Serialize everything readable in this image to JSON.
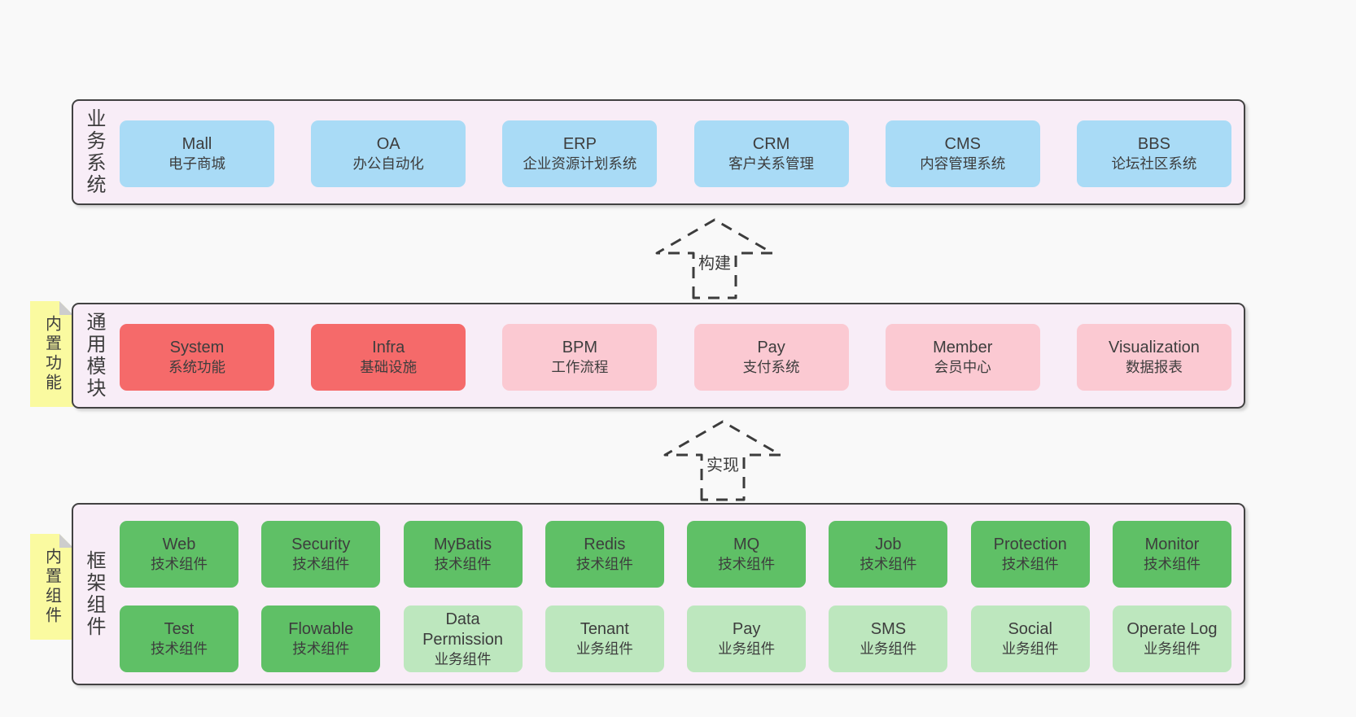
{
  "colors": {
    "page_bg": "#f9f9f9",
    "section_bg": "#f8edf7",
    "section_border": "#424242",
    "box_blue": "#a9dbf6",
    "box_red": "#f56a6a",
    "box_pink": "#fbc9d2",
    "box_green": "#5fc066",
    "box_light_green": "#bde7be",
    "sticky_note_yellow": "#fafaa0",
    "sticky_note_fold": "#cdcdcd",
    "text": "#3d3d3d"
  },
  "arrows": [
    {
      "label": "构建"
    },
    {
      "label": "实现"
    }
  ],
  "sections": {
    "business": {
      "label": "业务系统",
      "items": [
        {
          "en": "Mall",
          "zh": "电子商城",
          "variant": "blue"
        },
        {
          "en": "OA",
          "zh": "办公自动化",
          "variant": "blue"
        },
        {
          "en": "ERP",
          "zh": "企业资源计划系统",
          "variant": "blue"
        },
        {
          "en": "CRM",
          "zh": "客户关系管理",
          "variant": "blue"
        },
        {
          "en": "CMS",
          "zh": "内容管理系统",
          "variant": "blue"
        },
        {
          "en": "BBS",
          "zh": "论坛社区系统",
          "variant": "blue"
        }
      ]
    },
    "modules": {
      "label": "通用模块",
      "note": "内置功能",
      "items": [
        {
          "en": "System",
          "zh": "系统功能",
          "variant": "red"
        },
        {
          "en": "Infra",
          "zh": "基础设施",
          "variant": "red"
        },
        {
          "en": "BPM",
          "zh": "工作流程",
          "variant": "pink"
        },
        {
          "en": "Pay",
          "zh": "支付系统",
          "variant": "pink"
        },
        {
          "en": "Member",
          "zh": "会员中心",
          "variant": "pink"
        },
        {
          "en": "Visualization",
          "zh": "数据报表",
          "variant": "pink"
        }
      ]
    },
    "framework": {
      "label": "框架组件",
      "note": "内置组件",
      "row1": [
        {
          "en": "Web",
          "zh": "技术组件",
          "variant": "green"
        },
        {
          "en": "Security",
          "zh": "技术组件",
          "variant": "green"
        },
        {
          "en": "MyBatis",
          "zh": "技术组件",
          "variant": "green"
        },
        {
          "en": "Redis",
          "zh": "技术组件",
          "variant": "green"
        },
        {
          "en": "MQ",
          "zh": "技术组件",
          "variant": "green"
        },
        {
          "en": "Job",
          "zh": "技术组件",
          "variant": "green"
        },
        {
          "en": "Protection",
          "zh": "技术组件",
          "variant": "green"
        },
        {
          "en": "Monitor",
          "zh": "技术组件",
          "variant": "green"
        }
      ],
      "row2": [
        {
          "en": "Test",
          "zh": "技术组件",
          "variant": "green"
        },
        {
          "en": "Flowable",
          "zh": "技术组件",
          "variant": "green"
        },
        {
          "en": "Data Permission",
          "zh": "业务组件",
          "variant": "lightgreen"
        },
        {
          "en": "Tenant",
          "zh": "业务组件",
          "variant": "lightgreen"
        },
        {
          "en": "Pay",
          "zh": "业务组件",
          "variant": "lightgreen"
        },
        {
          "en": "SMS",
          "zh": "业务组件",
          "variant": "lightgreen"
        },
        {
          "en": "Social",
          "zh": "业务组件",
          "variant": "lightgreen"
        },
        {
          "en": "Operate Log",
          "zh": "业务组件",
          "variant": "lightgreen"
        }
      ]
    }
  }
}
